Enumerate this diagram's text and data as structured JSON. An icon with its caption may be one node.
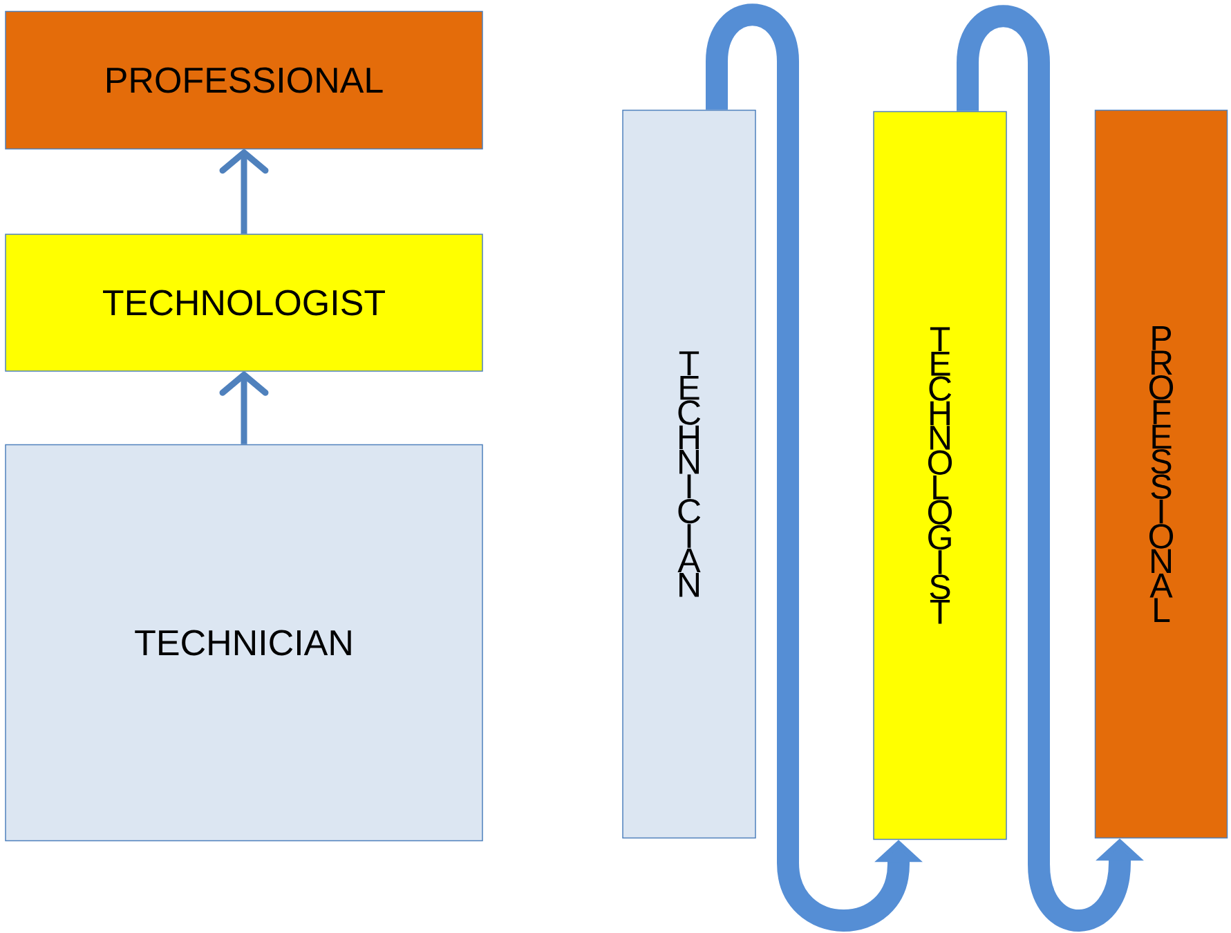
{
  "diagram": {
    "nodes": [
      {
        "text": [
          "PROFESSIONAL"
        ]
      },
      {
        "text": [
          "TECHNOLOGIST"
        ]
      },
      {
        "text": [
          "TECHNICIAN"
        ]
      },
      {
        "text": [
          "TECHNICIAN"
        ]
      },
      {
        "text": [
          "TECHNOLOGIST"
        ]
      },
      {
        "text": [
          "PROFESSIONAL"
        ]
      }
    ],
    "edges": [
      {
        "from": 2,
        "to": 1,
        "arrow": "to"
      },
      {
        "from": 1,
        "to": 0,
        "arrow": "to"
      },
      {
        "from": 3,
        "to": 4,
        "arrow": "to",
        "style": "thick"
      },
      {
        "from": 4,
        "to": 5,
        "arrow": "to",
        "style": "thick"
      }
    ]
  }
}
